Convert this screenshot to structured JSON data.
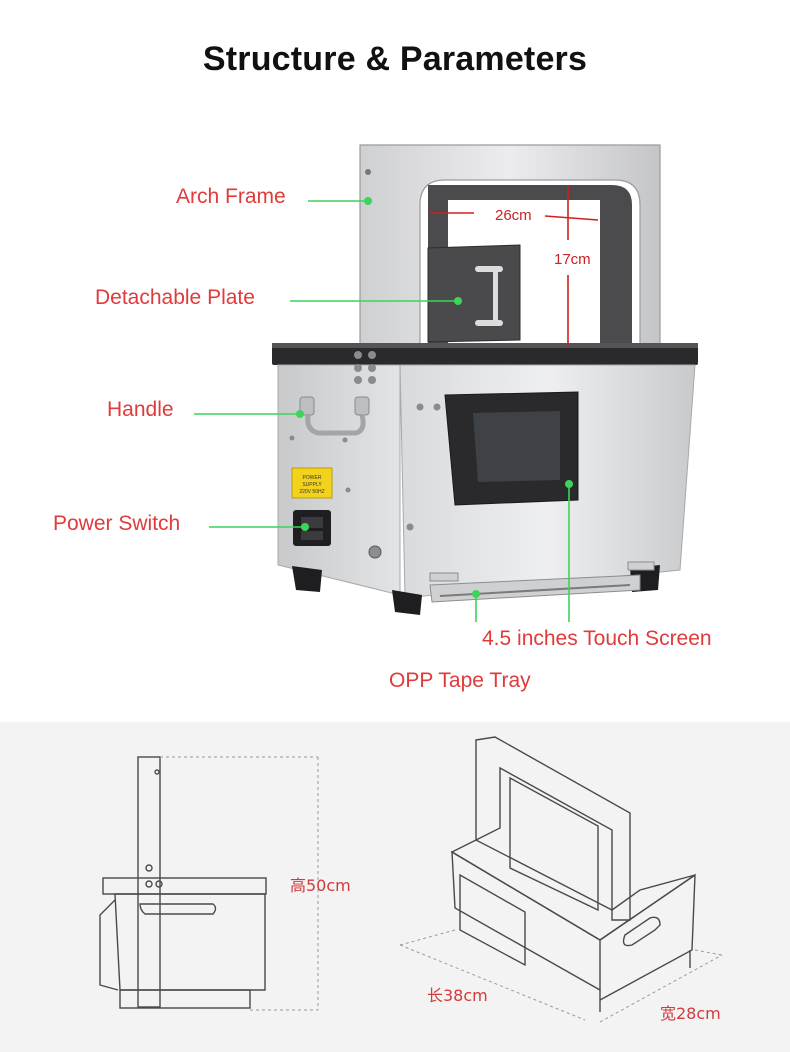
{
  "title": "Structure & Parameters",
  "labels": {
    "arch_frame": "Arch Frame",
    "detachable_plate": "Detachable Plate",
    "handle": "Handle",
    "power_switch": "Power Switch",
    "touch_screen": "4.5 inches Touch Screen",
    "tape_tray": "OPP Tape Tray"
  },
  "photo_dims": {
    "width": "26cm",
    "height": "17cm"
  },
  "drawing_dims": {
    "height": "高50cm",
    "length": "长38cm",
    "width": "宽28cm"
  },
  "panel_text": {
    "power_supply_line1": "POWER SUPPLY",
    "power_supply_line2": "220V 50HZ"
  },
  "colors": {
    "label_red": "#e03a3a",
    "leader_green": "#3dd45a",
    "band_bg": "#f3f3f3"
  }
}
